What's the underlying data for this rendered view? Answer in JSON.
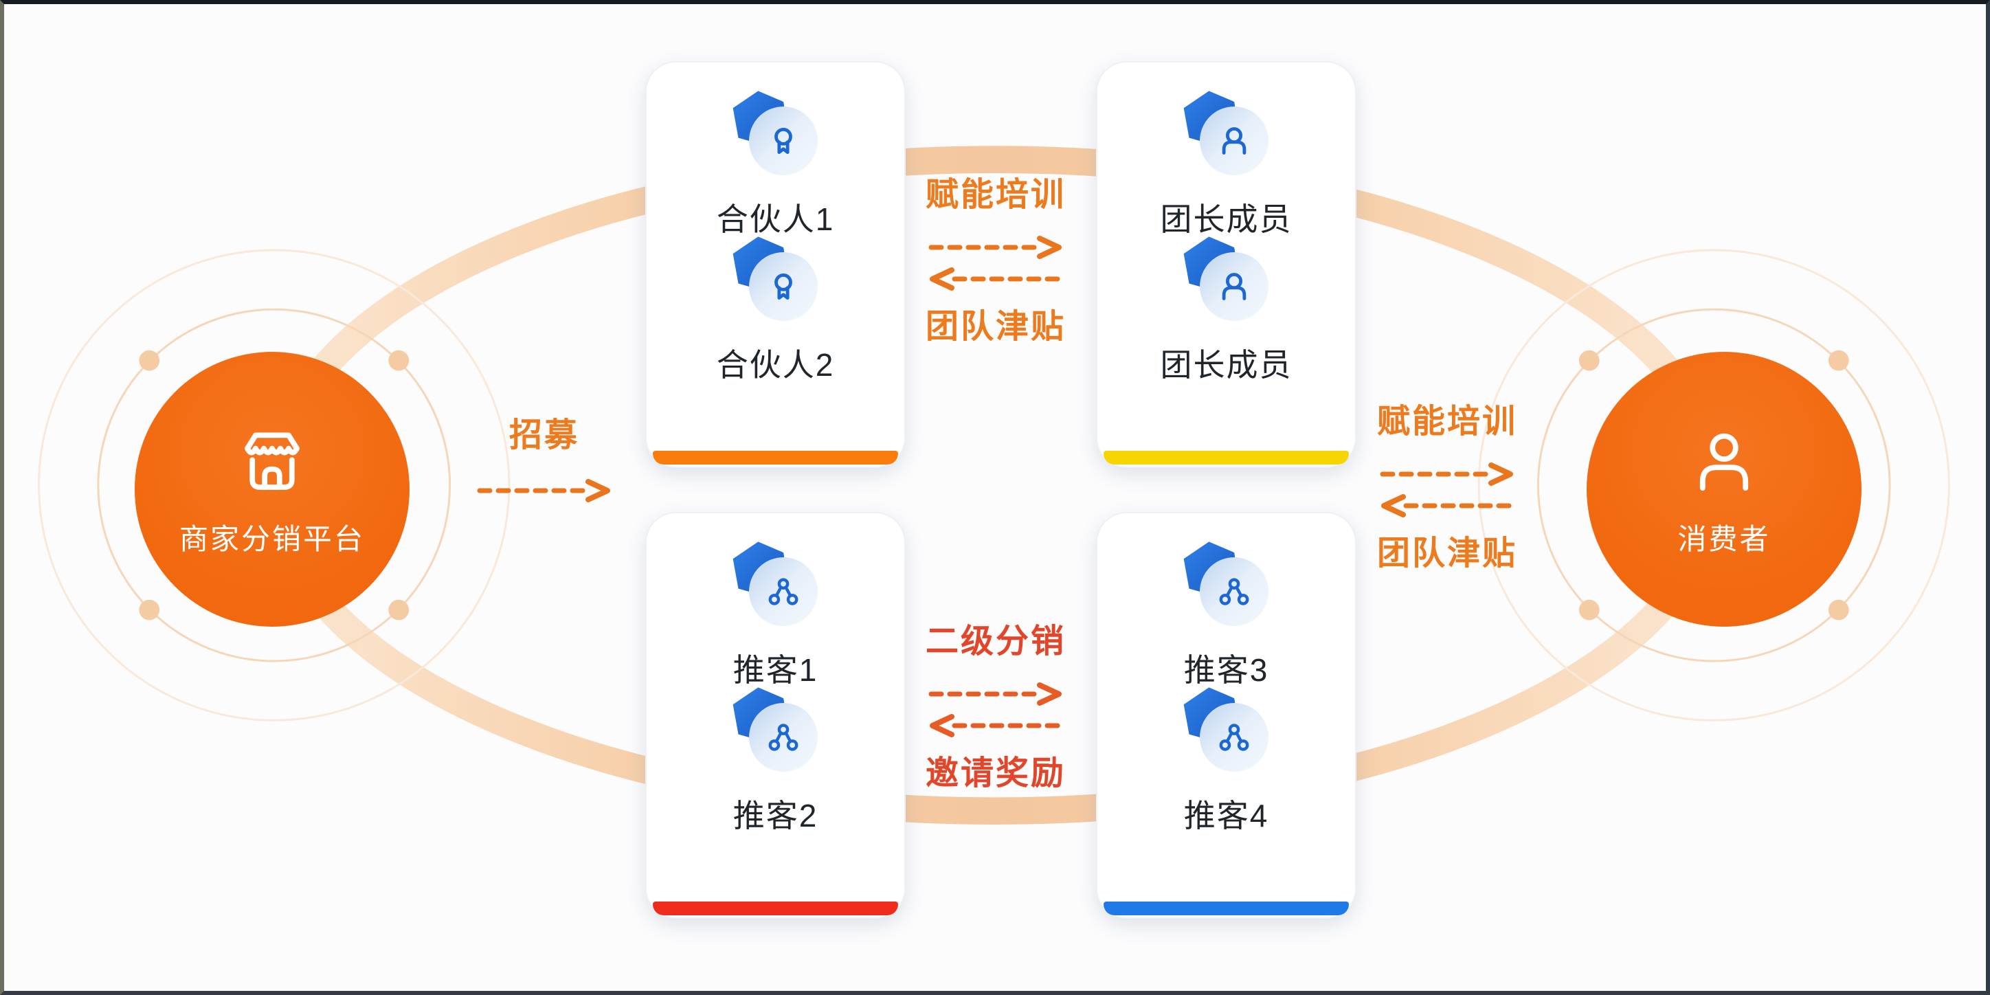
{
  "colors": {
    "accent_orange": "#ED7A1D",
    "accent_red": "#E2462A",
    "arrow_orange": "#E9751C",
    "arrow_red_orange": "#E65C24",
    "band_peach": "#F5CBA2",
    "node_orange": "#F1680E",
    "icon_blue": "#1B67D3",
    "bar_orange": "#F97C0D",
    "bar_yellow": "#F6D500",
    "bar_red": "#EE2B1C",
    "bar_blue": "#1F7AE8"
  },
  "platform": {
    "label": "商家分销平台"
  },
  "consumer": {
    "label": "消费者"
  },
  "cards": {
    "partners": {
      "bar_color": "#F97C0D",
      "items": [
        "合伙人1",
        "合伙人2"
      ]
    },
    "leaders": {
      "bar_color": "#F6D500",
      "items": [
        "团长成员",
        "团长成员"
      ]
    },
    "promoters_left": {
      "bar_color": "#EE2B1C",
      "items": [
        "推客1",
        "推客2"
      ]
    },
    "promoters_right": {
      "bar_color": "#1F7AE8",
      "items": [
        "推客3",
        "推客4"
      ]
    }
  },
  "flows": {
    "recruit": {
      "label": "招募"
    },
    "top": {
      "forward": "赋能培训",
      "backward": "团队津贴"
    },
    "bottom": {
      "forward": "二级分销",
      "backward": "邀请奖励"
    },
    "right": {
      "forward": "赋能培训",
      "backward": "团队津贴"
    }
  }
}
